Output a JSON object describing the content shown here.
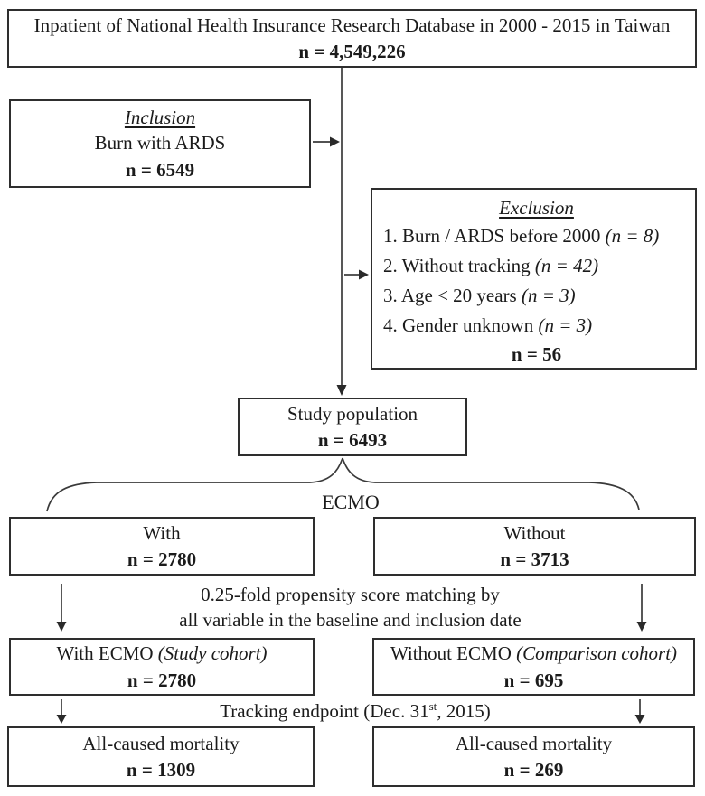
{
  "colors": {
    "text": "#1b1b1b",
    "border": "#2e2e2e",
    "background": "#ffffff",
    "line": "#3a3a3a"
  },
  "diagram": {
    "top": {
      "title": "Inpatient of National Health Insurance Research Database in 2000 - 2015 in Taiwan",
      "n": "n = 4,549,226"
    },
    "inclusion": {
      "heading": "Inclusion",
      "label": "Burn with ARDS",
      "n": "n = 6549"
    },
    "exclusion": {
      "heading": "Exclusion",
      "items": [
        {
          "text": "1. Burn / ARDS before 2000 ",
          "n": "(n = 8)"
        },
        {
          "text": "2. Without tracking ",
          "n": "(n = 42)"
        },
        {
          "text": "3. Age < 20 years ",
          "n": "(n = 3)"
        },
        {
          "text": "4. Gender unknown ",
          "n": "(n = 3)"
        }
      ],
      "n": "n = 56"
    },
    "study_population": {
      "label": "Study population",
      "n": "n = 6493"
    },
    "ecmo_label": "ECMO",
    "with_box": {
      "label": "With",
      "n": "n = 2780"
    },
    "without_box": {
      "label": "Without",
      "n": "n = 3713"
    },
    "matching": {
      "line1": "0.25-fold propensity score matching by",
      "line2": "all variable in the baseline and inclusion date"
    },
    "study_cohort": {
      "label": "With ECMO ",
      "cohort": "(Study cohort)",
      "n": "n = 2780"
    },
    "comparison_cohort": {
      "label": "Without ECMO ",
      "cohort": "(Comparison cohort)",
      "n": "n = 695"
    },
    "tracking": {
      "pre": "Tracking endpoint (Dec. 31",
      "sup": "st",
      "post": ", 2015)"
    },
    "mortality_left": {
      "label": "All-caused mortality",
      "n": "n = 1309"
    },
    "mortality_right": {
      "label": "All-caused mortality",
      "n": "n = 269"
    }
  }
}
